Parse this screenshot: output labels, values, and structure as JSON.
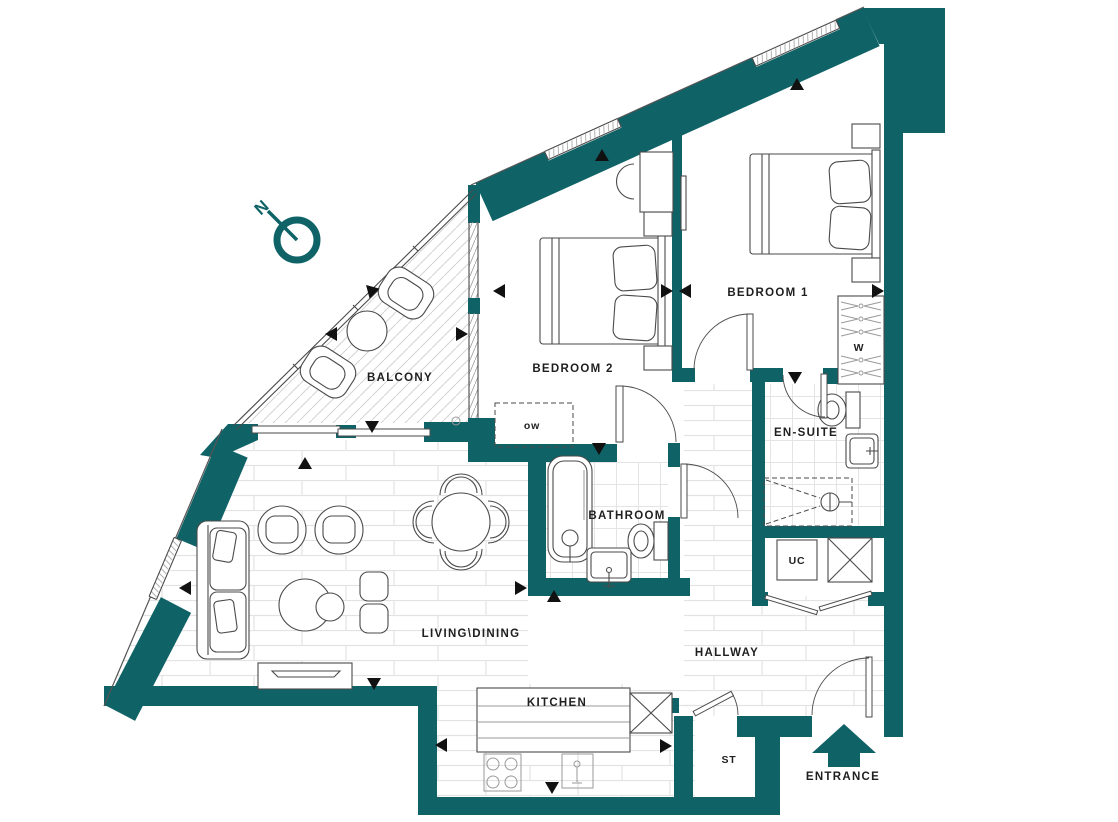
{
  "colors": {
    "wall": "#0f6367",
    "accent": "#0f6367",
    "line": "#4a4a4a",
    "floor_line": "#e3e3e3",
    "text": "#1f1f1f"
  },
  "compass": {
    "north_label": "N"
  },
  "rooms": {
    "balcony": "BALCONY",
    "bedroom2": "BEDROOM 2",
    "bedroom1": "BEDROOM 1",
    "ensuite": "EN-SUITE",
    "bathroom": "BATHROOM",
    "living_dining": "LIVING\\DINING",
    "hallway": "HALLWAY",
    "kitchen": "KITCHEN"
  },
  "fixtures": {
    "wardrobe": "W",
    "obscured_window": "ow",
    "utility_cupboard": "UC",
    "storage": "ST"
  },
  "entrance": {
    "label": "ENTRANCE"
  }
}
